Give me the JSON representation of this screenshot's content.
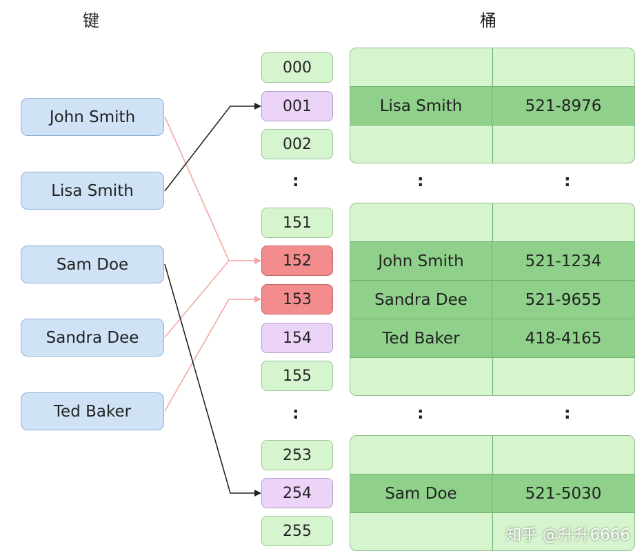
{
  "headers": {
    "keys": "键",
    "buckets": "桶"
  },
  "keys": [
    {
      "label": "John Smith"
    },
    {
      "label": "Lisa Smith"
    },
    {
      "label": "Sam Doe"
    },
    {
      "label": "Sandra Dee"
    },
    {
      "label": "Ted Baker"
    }
  ],
  "buckets": {
    "b000": "000",
    "b001": "001",
    "b002": "002",
    "b151": "151",
    "b152": "152",
    "b153": "153",
    "b154": "154",
    "b155": "155",
    "b253": "253",
    "b254": "254",
    "b255": "255"
  },
  "ellipsis": ":",
  "entries": {
    "lisa": {
      "name": "Lisa Smith",
      "phone": "521-8976"
    },
    "john": {
      "name": "John Smith",
      "phone": "521-1234"
    },
    "sandra": {
      "name": "Sandra Dee",
      "phone": "521-9655"
    },
    "ted": {
      "name": "Ted Baker",
      "phone": "418-4165"
    },
    "sam": {
      "name": "Sam Doe",
      "phone": "521-5030"
    }
  },
  "colors": {
    "key_fill": "#cfe2f6",
    "bucket_empty": "#d6f5cf",
    "bucket_single": "#ecd4f8",
    "bucket_collision": "#f38d8d",
    "entry_filled": "#8fd18a",
    "arrow_single": "#222222",
    "arrow_collision": "#f4a6a0"
  },
  "watermark": "知乎 @升升6666"
}
